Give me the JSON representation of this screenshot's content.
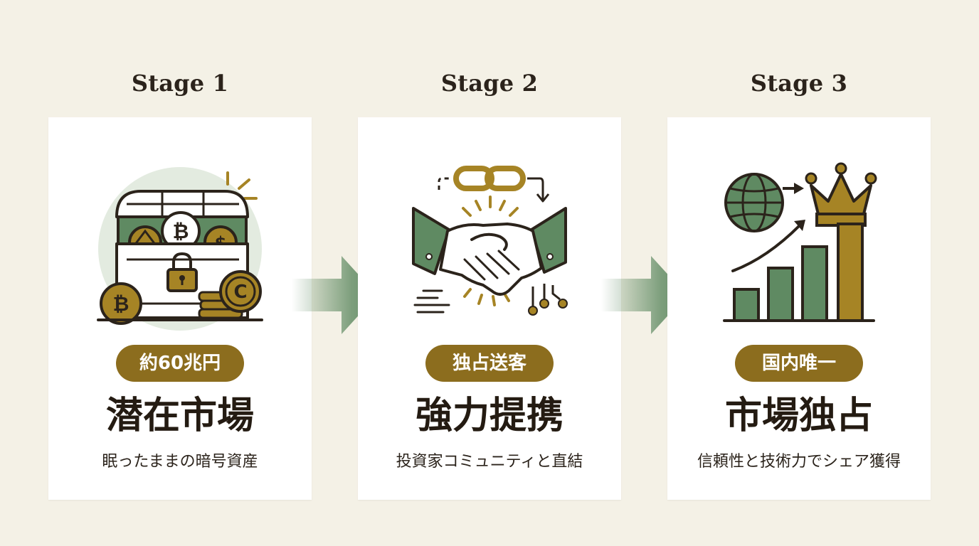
{
  "stages": [
    {
      "title": "Stage 1",
      "badge": "約60兆円",
      "heading": "潜在市場",
      "description": "眠ったままの暗号資産",
      "icon": "treasure-chest-crypto-icon"
    },
    {
      "title": "Stage 2",
      "badge": "独占送客",
      "heading": "強力提携",
      "description": "投資家コミュニティと直結",
      "icon": "handshake-chain-icon"
    },
    {
      "title": "Stage 3",
      "badge": "国内唯一",
      "heading": "市場独占",
      "description": "信頼性と技術力でシェア獲得",
      "icon": "growth-chart-crown-icon"
    }
  ],
  "colors": {
    "background": "#f4f1e6",
    "gold": "#8c6d1e",
    "green": "#5f8a62",
    "ink": "#2b231b",
    "card": "#ffffff"
  }
}
